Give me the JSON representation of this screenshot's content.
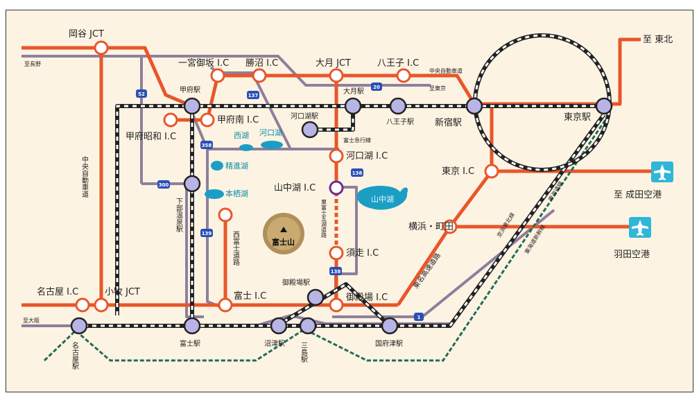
{
  "map": {
    "colors": {
      "expressway": "#e8562a",
      "road": "#8e7f9c",
      "rail_black": "#222222",
      "shinkansen": "#1f6b5a",
      "station_fill": "#b9b4e6",
      "ic_fill": "#ffffff",
      "lake": "#1a9ec4",
      "background": "#fdf3e2",
      "airport": "#2fb6d8"
    },
    "labels": {
      "okaya_jct": "岡谷 JCT",
      "to_nagano": "至長野",
      "chuo_expressway_left": "中央自動車道",
      "ichinomiya_ic": "一宮御坂 I.C",
      "katsunuma_ic": "勝沼 I.C",
      "otsuki_jct": "大月 JCT",
      "hachioji_ic": "八王子 I.C",
      "chuo_expressway_right": "中央自動車道",
      "to_tokyo_small": "至東京",
      "to_tohoku": "至 東北",
      "kofu_station": "甲府駅",
      "otsuki_station": "大月駅",
      "hachioji_station": "八王子駅",
      "shinjuku_station": "新宿駅",
      "tokyo_station": "東京駅",
      "kofu_minami_ic": "甲府南 I.C",
      "kofu_showa_ic": "甲府昭和 I.C",
      "kawaguchiko_station": "河口湖駅",
      "fujikyu_line": "富士急行線",
      "kawaguchiko_ic": "河口湖 I.C",
      "tokyo_ic": "東京 I.C",
      "to_narita": "至 成田空港",
      "saiko": "西湖",
      "kawaguchiko_lake": "河口湖",
      "shojiko": "精進湖",
      "motosuko": "本栖湖",
      "yamanakako_ic": "山中湖 I.C",
      "yamanakako_lake": "山中湖",
      "shimobe_onsen_station": "下部温泉駅",
      "nishi_fuji_road": "西富士道路",
      "fujisan": "富士山",
      "higashi_fuji_road": "東富士五湖道路",
      "yokohama_machida": "横浜・町田",
      "haneda": "羽田空港",
      "tomei_expressway": "東名高速道路",
      "subashiri_ic": "須走 I.C",
      "keihin_line": "京浜東北線",
      "tokaido_line": "東海道線",
      "tokaido_shinkansen": "東海道新幹線",
      "nagoya_ic": "名古屋 I.C",
      "komaki_jct": "小牧 JCT",
      "fuji_ic": "富士 I.C",
      "gotemba_station": "御殿場駅",
      "gotemba_ic": "御殿場 I.C",
      "to_osaka": "至大阪",
      "fuji_station": "富士駅",
      "numazu_station": "沼津駅",
      "mishima_station": "三島駅",
      "kozu_station": "国府津駅",
      "nagoya_station": "名古屋駅"
    },
    "route_shields": [
      "52",
      "137",
      "20",
      "358",
      "300",
      "139",
      "138",
      "138",
      "1"
    ]
  }
}
